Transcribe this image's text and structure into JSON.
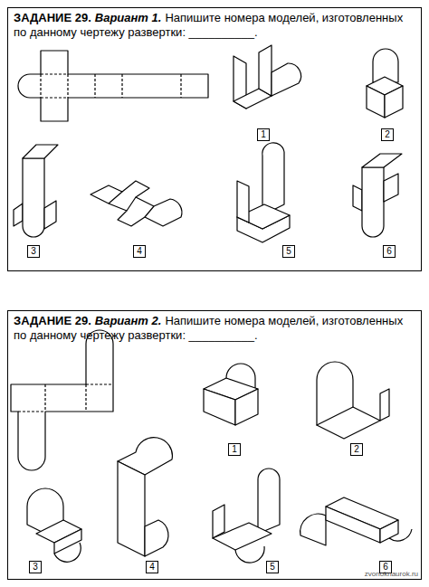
{
  "diagram": {
    "nodes": [
      {
        "text": [
          "ЗАДАНИЕ 29.",
          "Вариант 1.",
          "Напишите номера моделей, изготовленных по данному чертежу развертки: __________."
        ]
      },
      {
        "text": [
          "1"
        ],
        "in": 0
      },
      {
        "text": [
          "2"
        ],
        "in": 0
      },
      {
        "text": [
          "3"
        ],
        "in": 0
      },
      {
        "text": [
          "4"
        ],
        "in": 0
      },
      {
        "text": [
          "5"
        ],
        "in": 0
      },
      {
        "text": [
          "6"
        ],
        "in": 0
      },
      {
        "text": [
          "ЗАДАНИЕ 29.",
          "Вариант 2.",
          "Напишите номера моделей, изготовленных по данному чертежу развертки: __________."
        ]
      },
      {
        "text": [
          "1"
        ],
        "in": 7
      },
      {
        "text": [
          "2"
        ],
        "in": 7
      },
      {
        "text": [
          "3"
        ],
        "in": 7
      },
      {
        "text": [
          "4"
        ],
        "in": 7
      },
      {
        "text": [
          "5"
        ],
        "in": 7
      },
      {
        "text": [
          "6"
        ],
        "in": 7
      }
    ],
    "labels": [
      "zvonoknaurok.ru"
    ]
  }
}
